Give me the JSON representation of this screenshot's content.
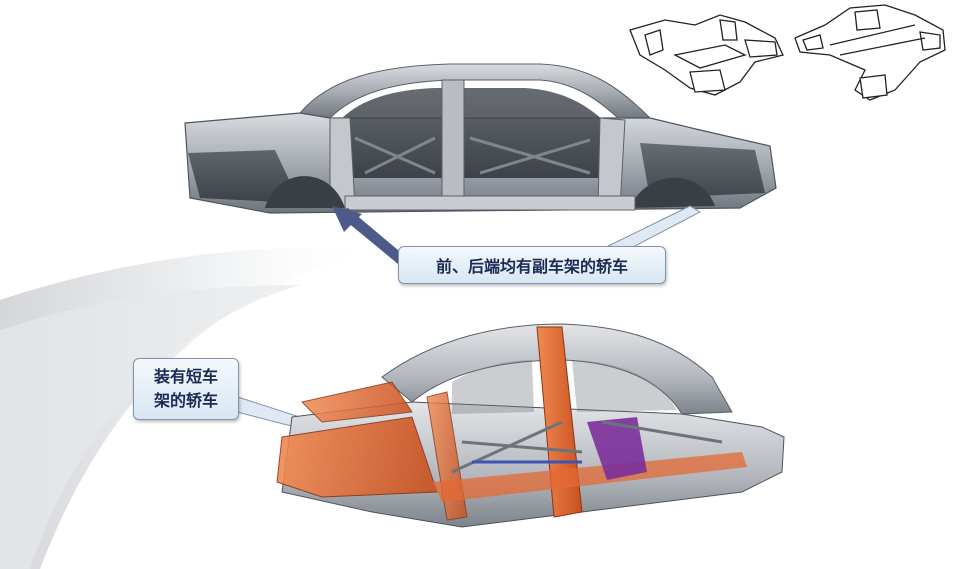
{
  "callouts": {
    "top": "前、后端均有副车架的轿车",
    "bottom_line1": "装有短车",
    "bottom_line2": "架的轿车"
  },
  "colors": {
    "callout_text": "#1a2a55",
    "callout_fill": "#dfe9f4",
    "callout_border": "#7f93ad",
    "arrow": "#4d5a8a",
    "steel": "#a7acb3",
    "orange_frame": "#d9622a",
    "purple_part": "#7b2f9a"
  },
  "images": {
    "top_left": "car-body-in-white-gray-sedan",
    "top_right": "subframe-line-drawings",
    "bottom": "car-body-in-white-orange-frame"
  }
}
